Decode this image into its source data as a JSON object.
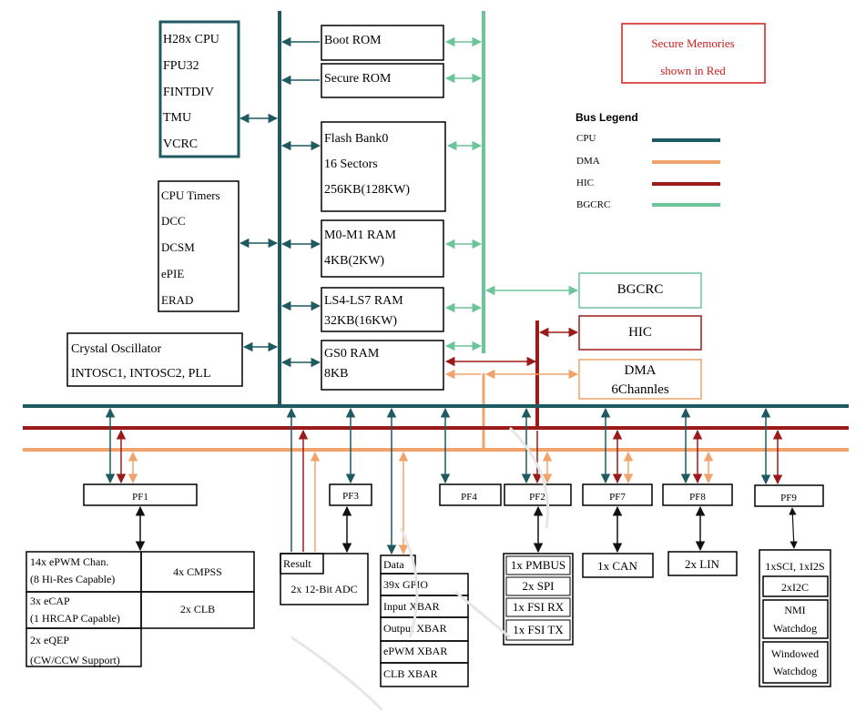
{
  "cpu_block": [
    "H28x CPU",
    "FPU32",
    "FINTDIV",
    "TMU",
    "VCRC"
  ],
  "timers_block": [
    "CPU Timers",
    "DCC",
    "DCSM",
    "ePIE",
    "ERAD"
  ],
  "oscillator_block": [
    "Crystal Oscillator",
    "INTOSC1, INTOSC2, PLL"
  ],
  "memories": {
    "boot_rom": "Boot ROM",
    "secure_rom": "Secure ROM",
    "flash": [
      "Flash Bank0",
      "16 Sectors",
      "256KB(128KW)"
    ],
    "m0m1": [
      "M0-M1 RAM",
      "4KB(2KW)"
    ],
    "ls": [
      "LS4-LS7 RAM",
      "32KB(16KW)"
    ],
    "gs0": [
      "GS0 RAM",
      "8KB"
    ]
  },
  "secure_note": [
    "Secure Memories",
    "shown in Red"
  ],
  "legend": {
    "title": "Bus Legend",
    "items": [
      {
        "label": "CPU",
        "color": "#1f5a60"
      },
      {
        "label": "DMA",
        "color": "#f0a36c"
      },
      {
        "label": "HIC",
        "color": "#9b1b1b"
      },
      {
        "label": "BGCRC",
        "color": "#6cc49a"
      }
    ]
  },
  "masters": {
    "bgcrc": "BGCRC",
    "hic": "HIC",
    "dma": [
      "DMA",
      "6Channles"
    ]
  },
  "pf": {
    "pf1": "PF1",
    "pf3": "PF3",
    "pf4": "PF4",
    "pf2": "PF2",
    "pf7": "PF7",
    "pf8": "PF8",
    "pf9": "PF9"
  },
  "pf1_peripherals": {
    "epwm": [
      "14x ePWM Chan.",
      "(8 Hi-Res Capable)"
    ],
    "ecap": [
      "3x eCAP",
      "(1 HRCAP Capable)"
    ],
    "eqep": [
      "2x eQEP",
      "(CW/CCW Support)"
    ],
    "cmpss": "4x CMPSS",
    "clb": "2x CLB"
  },
  "adc": {
    "result": "Result",
    "label": "2x 12-Bit ADC"
  },
  "pf4_peripherals": {
    "data": "Data",
    "items": [
      "39x GPIO",
      "Input XBAR",
      "Output XBAR",
      "ePWM XBAR",
      "CLB XBAR"
    ]
  },
  "pf2_peripherals": [
    "1x PMBUS",
    "2x SPI",
    "1x FSI RX",
    "1x FSI TX"
  ],
  "pf7_peripheral": "1x CAN",
  "pf8_peripheral": "2x LIN",
  "pf9_peripherals": {
    "sci_i2s": "1xSCI, 1xI2S",
    "i2c": "2xI2C",
    "nmi": [
      "NMI",
      "Watchdog"
    ],
    "windowed": [
      "Windowed",
      "Watchdog"
    ]
  },
  "colors": {
    "cpu_bus": "#1f5a60",
    "dma_bus": "#f0a36c",
    "hic_bus": "#9b1b1b",
    "bgcrc_bus": "#6cc49a",
    "secure_red": "#d01c1c"
  }
}
